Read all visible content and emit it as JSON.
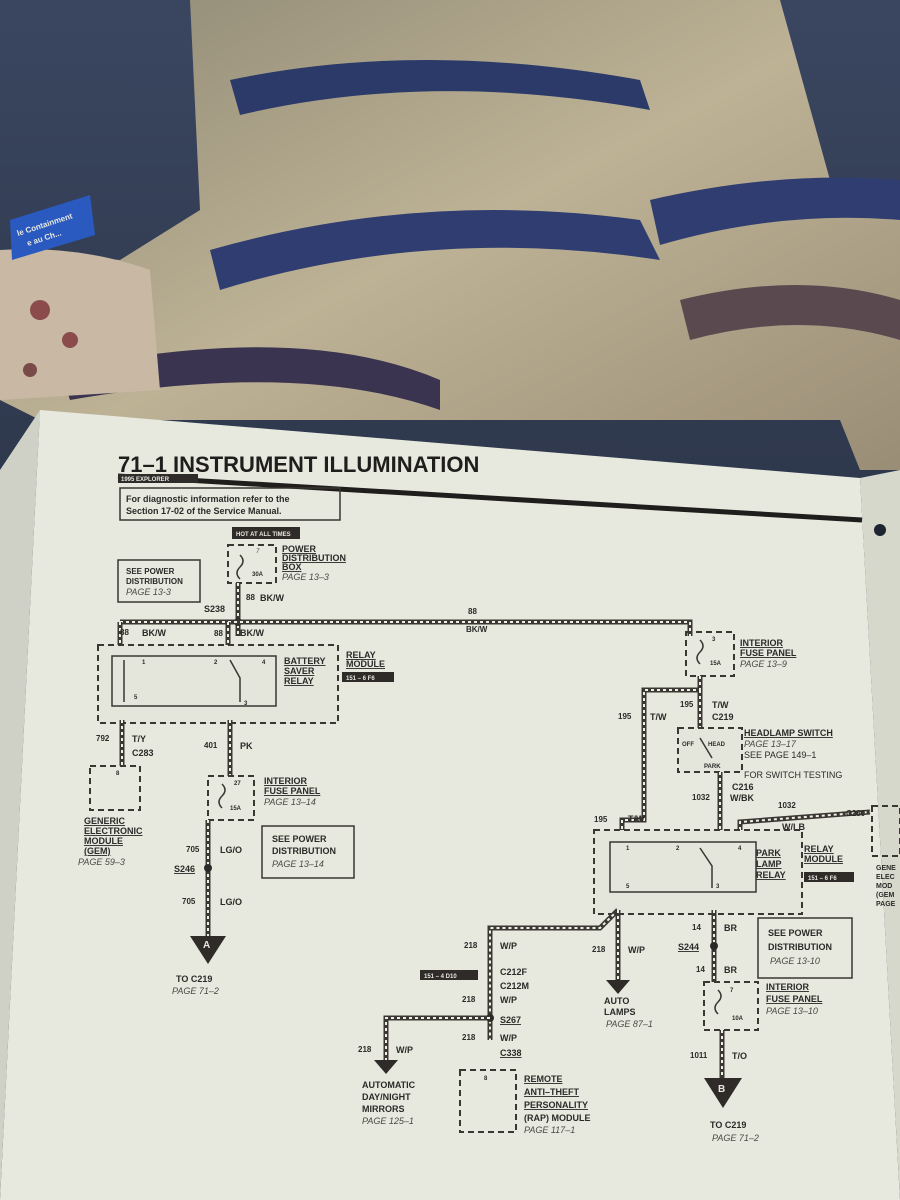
{
  "page": {
    "title": "71–1 INSTRUMENT ILLUMINATION",
    "vehicle": "1995 EXPLORER",
    "diagnostic_note": [
      "For diagnostic information refer to the",
      "Section 17-02 of the Service Manual."
    ]
  },
  "labels": {
    "hot_at_all_times": "HOT AT ALL TIMES",
    "power_distribution_box": [
      "POWER",
      "DISTRIBUTION",
      "BOX"
    ],
    "pdb_page": "PAGE 13–3",
    "fuse_30a": "30A",
    "fuse_7": "7",
    "see_power_dist_1": [
      "SEE POWER",
      "DISTRIBUTION"
    ],
    "see_power_dist_1_page": "PAGE 13-3",
    "s238": "S238",
    "wire_88": "88",
    "bkw": "BK/W",
    "battery_saver_relay": [
      "BATTERY",
      "SAVER",
      "RELAY"
    ],
    "relay_module": [
      "RELAY",
      "MODULE"
    ],
    "code_151_6f6": "151 – 6 F6",
    "interior_fuse_panel": [
      "INTERIOR",
      "FUSE PANEL"
    ],
    "ifp_page_9": "PAGE 13–9",
    "fuse_15a": "15A",
    "fuse_3": "3",
    "wire_195": "195",
    "tw": "T/W",
    "c219": "C219",
    "headlamp_switch": "HEADLAMP SWITCH",
    "hs_page": "PAGE 13–17",
    "hs_see": "SEE PAGE 149–1",
    "hs_testing": "FOR SWITCH TESTING",
    "sw_off": "OFF",
    "sw_park": "PARK",
    "sw_head": "HEAD",
    "c216": "C216",
    "wire_1032": "1032",
    "wbk": "W/BK",
    "wlb": "W/LB",
    "c280": "C280",
    "gen_e_cut": [
      "GENE",
      "ELEC",
      "MOD",
      "(GEM",
      "PAGE"
    ],
    "wire_792": "792",
    "ty": "T/Y",
    "c283": "C283",
    "wire_401": "401",
    "pk": "PK",
    "fuse_27": "27",
    "ifp_page_14": "PAGE 13–14",
    "gem": [
      "GENERIC",
      "ELECTRONIC",
      "MODULE",
      "(GEM)"
    ],
    "gem_page": "PAGE 59–3",
    "see_power_dist_2": [
      "SEE POWER",
      "DISTRIBUTION"
    ],
    "see_power_dist_2_page": "PAGE 13–14",
    "wire_705": "705",
    "lgo": "LG/O",
    "s246": "S246",
    "conn_a": "A",
    "to_c219": "TO C219",
    "page_71_2": "PAGE 71–2",
    "park_lamp_relay": [
      "PARK",
      "LAMP",
      "RELAY"
    ],
    "wire_218": "218",
    "wp": "W/P",
    "auto_lamps": [
      "AUTO",
      "LAMPS"
    ],
    "auto_lamps_page": "PAGE 87–1",
    "code_151_4d10": "151 – 4 D10",
    "c212f": "C212F",
    "c212m": "C212M",
    "s267": "S267",
    "c338": "C338",
    "auto_day_night": [
      "AUTOMATIC",
      "DAY/NIGHT",
      "MIRRORS"
    ],
    "adn_page": "PAGE 125–1",
    "rap_module": [
      "REMOTE",
      "ANTI–THEFT",
      "PERSONALITY",
      "(RAP) MODULE"
    ],
    "rap_page": "PAGE 117–1",
    "fuse_8": "8",
    "wire_14": "14",
    "br": "BR",
    "s244": "S244",
    "see_power_dist_3": [
      "SEE POWER",
      "DISTRIBUTION"
    ],
    "see_power_dist_3_page": "PAGE 13-10",
    "ifp_page_10": "PAGE 13–10",
    "fuse_10a": "10A",
    "wire_1011": "1011",
    "to": "T/O",
    "conn_b": "B",
    "pin_1": "1",
    "pin_2": "2",
    "pin_3": "3",
    "pin_4": "4",
    "pin_5": "5",
    "bg_sign": [
      "le Containment",
      "e au Ch..."
    ]
  },
  "colors": {
    "paper": "#e8eae0",
    "ink": "#2b2a28",
    "blanket_blue": "#2c3a6a",
    "blanket_tan": "#b9ad92"
  }
}
